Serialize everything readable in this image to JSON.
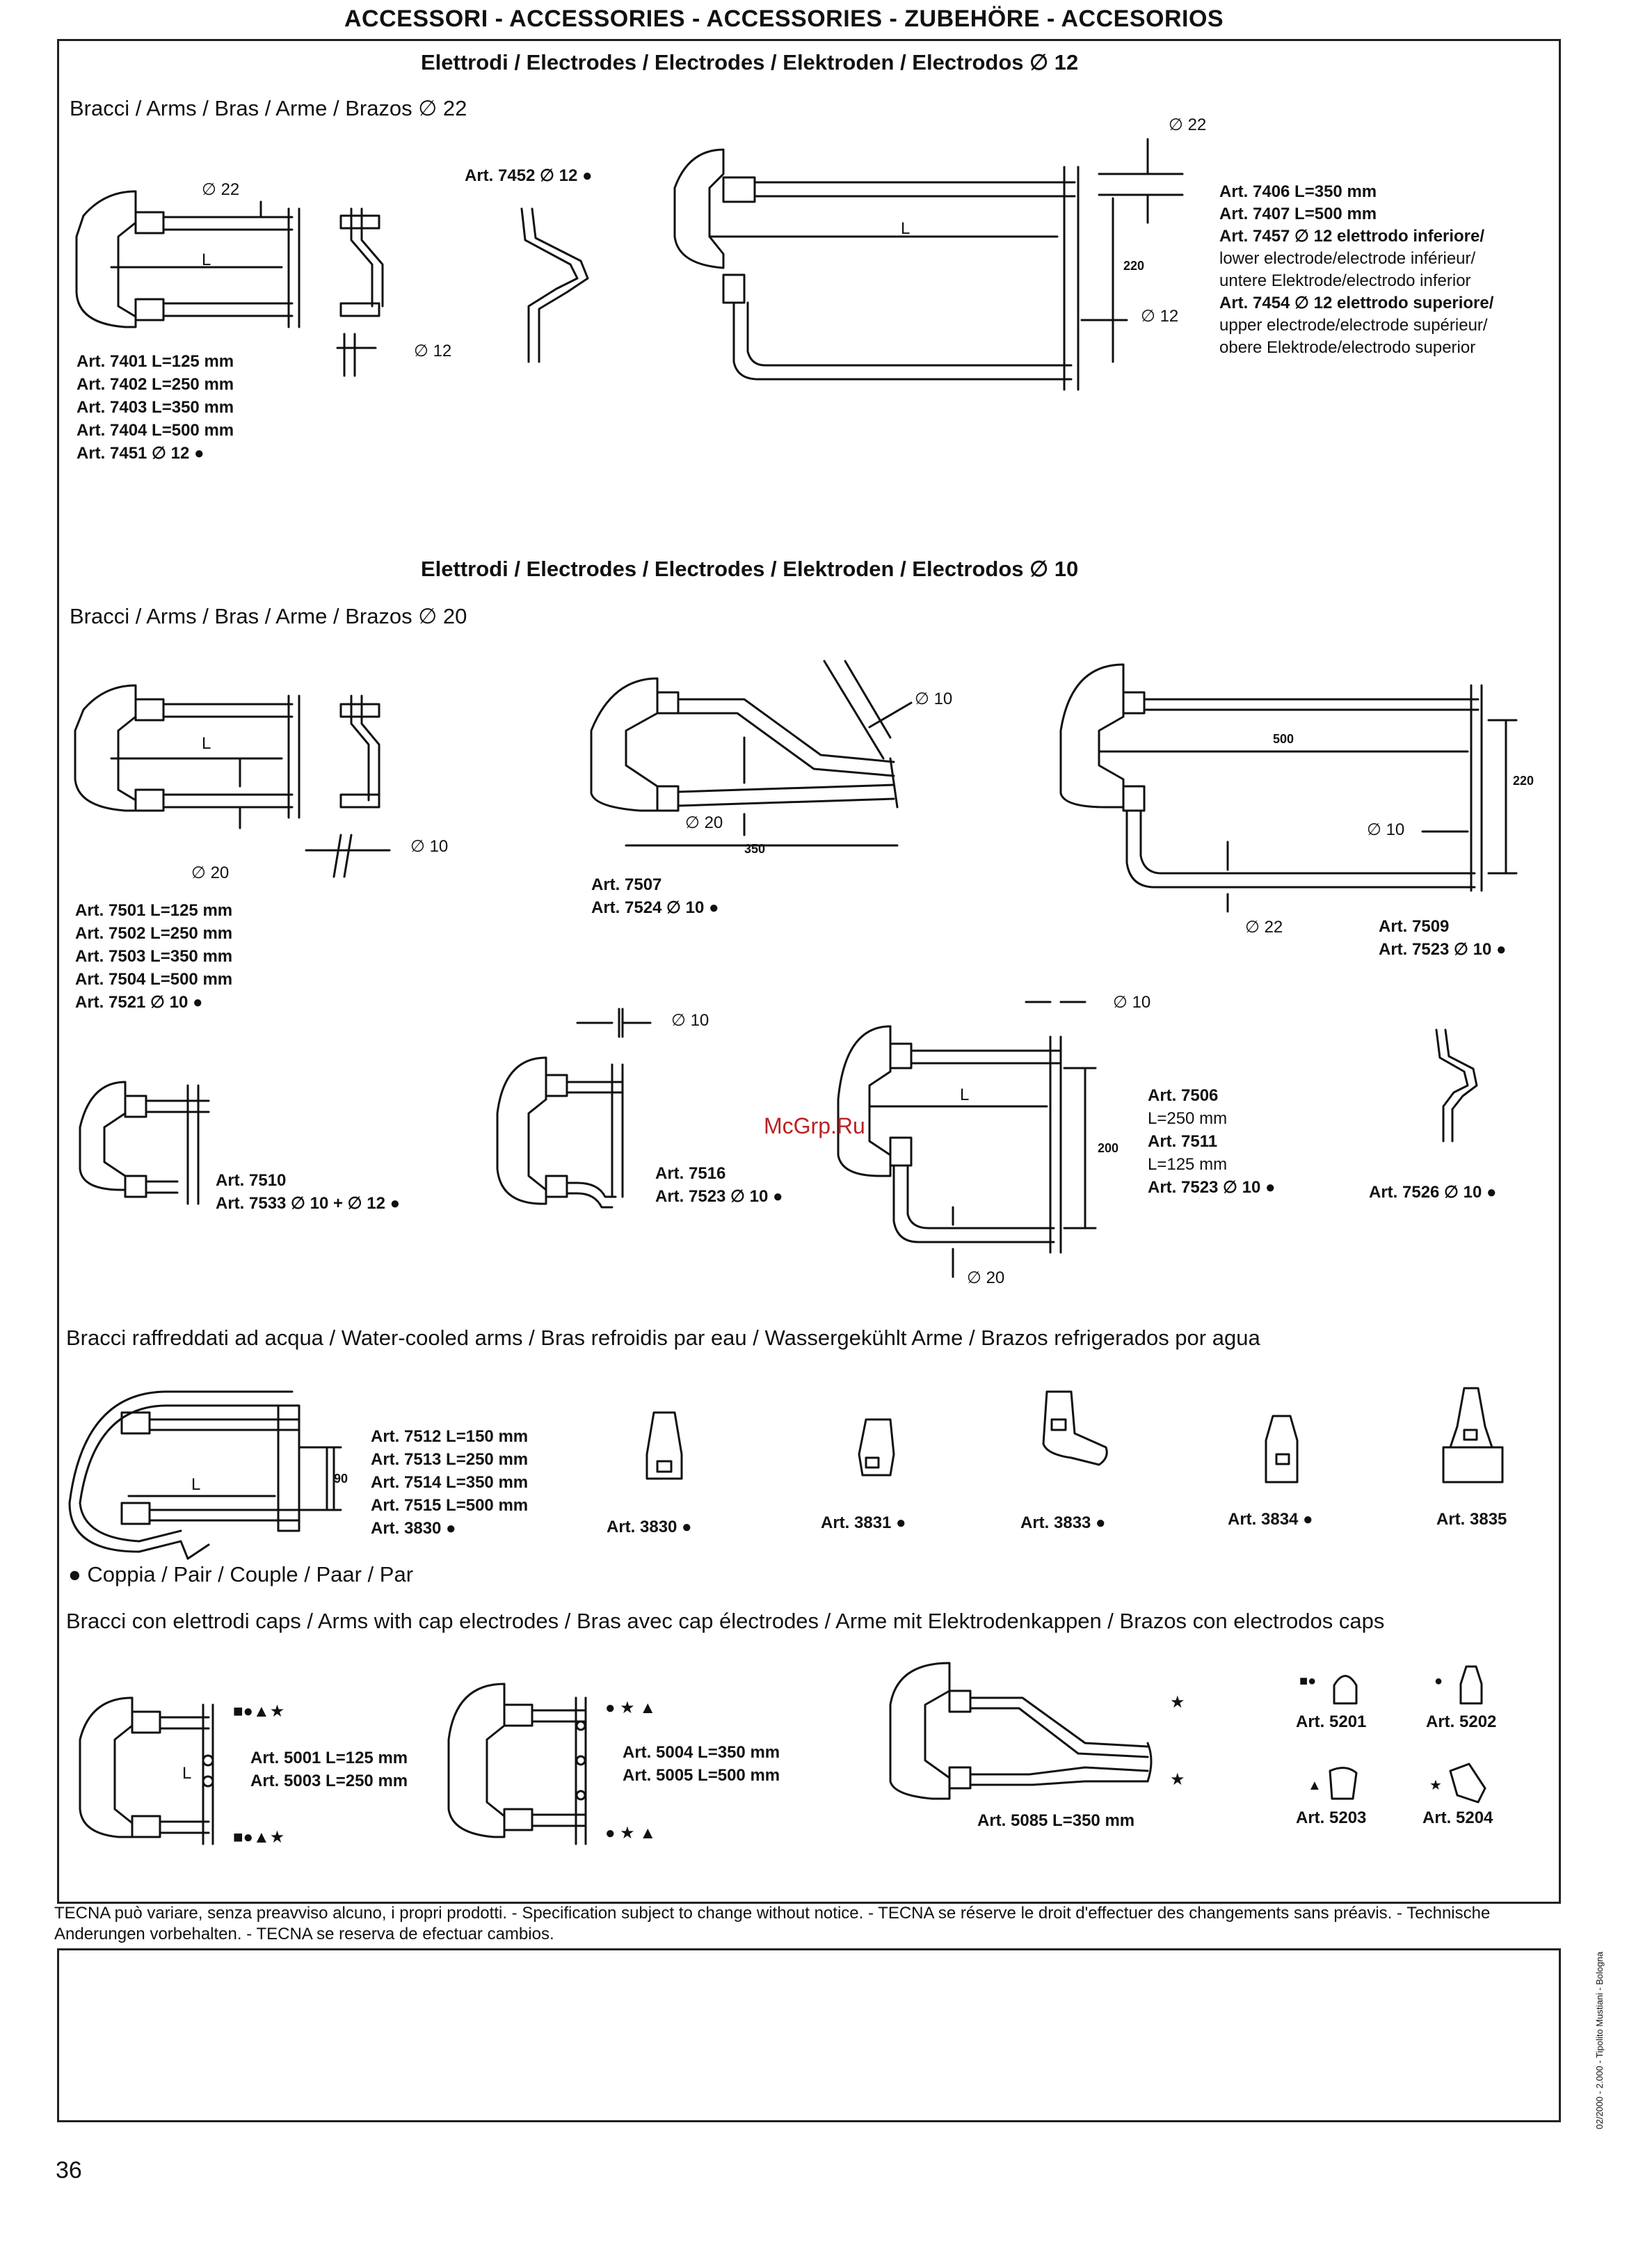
{
  "header": {
    "title": "ACCESSORI - ACCESSORIES - ACCESSORIES - ZUBEHÖRE - ACCESORIOS"
  },
  "sections": {
    "s1": {
      "title": "Elettrodi / Electrodes / Electrodes / Elektroden / Electrodos ∅ 12",
      "arms": "Bracci / Arms / Bras / Arme / Brazos ∅ 22",
      "list_a": [
        "Art. 7401 L=125 mm",
        "Art. 7402 L=250 mm",
        "Art. 7403 L=350 mm",
        "Art. 7404 L=500 mm",
        "Art. 7451 ∅ 12 ●"
      ],
      "art_7452": "Art. 7452 ∅ 12 ●",
      "list_b": [
        "Art. 7406 L=350 mm",
        "Art. 7407 L=500 mm",
        "Art. 7457 ∅ 12 elettrodo inferiore/",
        "lower electrode/electrode inférieur/",
        "untere Elektrode/electrodo inferior",
        "Art. 7454 ∅ 12 elettrodo superiore/",
        "upper electrode/electrode supérieur/",
        "obere Elektrode/electrodo superior"
      ],
      "dims": {
        "d22a": "∅ 22",
        "d12a": "∅ 12",
        "d22b": "∅ 22",
        "d12b": "∅ 12",
        "h220": "220",
        "L1": "L",
        "L2": "L"
      }
    },
    "s2": {
      "title": "Elettrodi / Electrodes / Electrodes / Elektroden / Electrodos ∅ 10",
      "arms": "Bracci / Arms / Bras / Arme / Brazos ∅ 20",
      "list_a": [
        "Art. 7501 L=125 mm",
        "Art. 7502 L=250 mm",
        "Art. 7503 L=350 mm",
        "Art. 7504 L=500 mm",
        "Art. 7521 ∅ 10 ●"
      ],
      "list_7507": [
        "Art. 7507",
        "Art. 7524 ∅ 10 ●"
      ],
      "list_7509": [
        "Art. 7509",
        "Art. 7523 ∅ 10 ●"
      ],
      "list_7510": [
        "Art. 7510",
        "Art. 7533 ∅ 10 + ∅ 12 ●"
      ],
      "list_7516": [
        "Art. 7516",
        "Art. 7523 ∅ 10 ●"
      ],
      "list_7506": [
        "Art. 7506",
        "L=250 mm",
        "Art. 7511",
        "L=125 mm",
        "Art. 7523 ∅ 10 ●"
      ],
      "art_7526": "Art. 7526 ∅ 10 ●",
      "dims": {
        "d20a": "∅ 20",
        "d10a": "∅ 10",
        "d10b": "∅ 10",
        "d20b": "∅ 20",
        "d350": "350",
        "d500": "500",
        "d220": "220",
        "d10c": "∅ 10",
        "d22": "∅ 22",
        "d10d": "∅ 10",
        "d10e": "∅ 10",
        "h200": "200",
        "d20c": "∅ 20",
        "L1": "L",
        "L2": "L"
      }
    },
    "s3": {
      "title": "Bracci raffreddati ad acqua / Water-cooled arms / Bras refroidis par eau / Wassergekühlt Arme / Brazos refrigerados por agua",
      "list": [
        "Art. 7512 L=150 mm",
        "Art. 7513 L=250 mm",
        "Art. 7514 L=350 mm",
        "Art. 7515 L=500 mm",
        "Art. 3830 ●"
      ],
      "caps": [
        "Art. 3830 ●",
        "Art. 3831 ●",
        "Art. 3833 ●",
        "Art. 3834 ●",
        "Art. 3835"
      ],
      "h90": "90",
      "L": "L",
      "note": "● Coppia / Pair / Couple / Paar / Par"
    },
    "s4": {
      "title": "Bracci con elettrodi caps / Arms with cap electrodes / Bras avec cap électrodes / Arme mit Elektrodenkappen / Brazos con electrodos caps",
      "list_a": [
        "Art. 5001 L=125 mm",
        "Art. 5003 L=250 mm"
      ],
      "list_b": [
        "Art. 5004 L=350 mm",
        "Art. 5005 L=500 mm"
      ],
      "art_5085": "Art. 5085 L=350 mm",
      "caps": [
        "Art. 5201",
        "Art. 5202",
        "Art. 5203",
        "Art. 5204"
      ],
      "sym1": "■●▲★",
      "sym2": "● ★ ▲",
      "sym3": "★",
      "L": "L"
    }
  },
  "footer": {
    "note": "TECNA può variare, senza preavviso alcuno, i propri prodotti. - Specification subject to change without notice. - TECNA se réserve le droit d'effectuer des changements sans préavis. - Technische Anderungen vorbehalten. - TECNA se reserva de efectuar cambios.",
    "side": "02/2000 - 2.000 - Tipolito Mustiani - Bologna",
    "page": "36",
    "watermark": "McGrp.Ru"
  }
}
